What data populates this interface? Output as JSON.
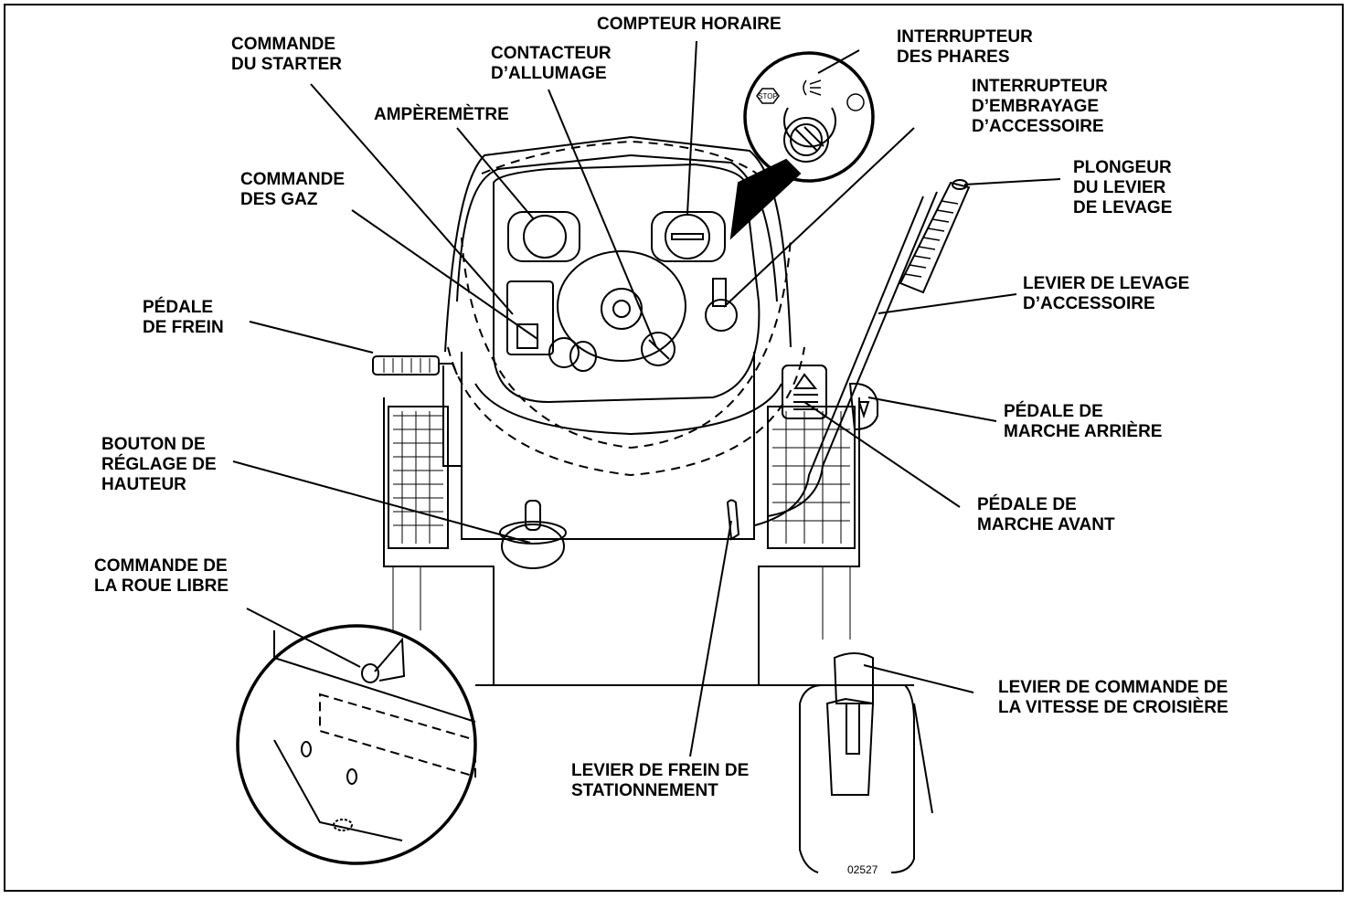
{
  "figure_number": "02527",
  "labels": {
    "compteur_horaire": [
      "COMPTEUR HORAIRE"
    ],
    "commande_starter": [
      "COMMANDE",
      "DU STARTER"
    ],
    "contacteur_allumage": [
      "CONTACTEUR",
      "D’ALLUMAGE"
    ],
    "amperemetre": [
      "AMPÈREMÈTRE"
    ],
    "commande_gaz": [
      "COMMANDE",
      "DES GAZ"
    ],
    "pedale_frein": [
      "PÉDALE",
      "DE FREIN"
    ],
    "bouton_reglage": [
      "BOUTON DE",
      "RÉGLAGE DE",
      "HAUTEUR"
    ],
    "roue_libre": [
      "COMMANDE DE",
      "LA ROUE LIBRE"
    ],
    "interrupteur_phares": [
      "INTERRUPTEUR",
      "DES PHARES"
    ],
    "interrupteur_embrayage": [
      "INTERRUPTEUR",
      "D’EMBRAYAGE",
      "D’ACCESSOIRE"
    ],
    "plongeur_levier": [
      "PLONGEUR",
      "DU LEVIER",
      "DE LEVAGE"
    ],
    "levier_levage": [
      "LEVIER DE LEVAGE",
      "D’ACCESSOIRE"
    ],
    "pedale_marche_arriere": [
      "PÉDALE DE",
      "MARCHE ARRIÈRE"
    ],
    "pedale_marche_avant": [
      "PÉDALE DE",
      "MARCHE AVANT"
    ],
    "levier_croisiere": [
      "LEVIER DE COMMANDE DE",
      "LA VITESSE DE CROISIÈRE"
    ],
    "frein_stationnement": [
      "LEVIER DE FREIN DE",
      "STATIONNEMENT"
    ]
  },
  "switch_stop_text": "STOP"
}
